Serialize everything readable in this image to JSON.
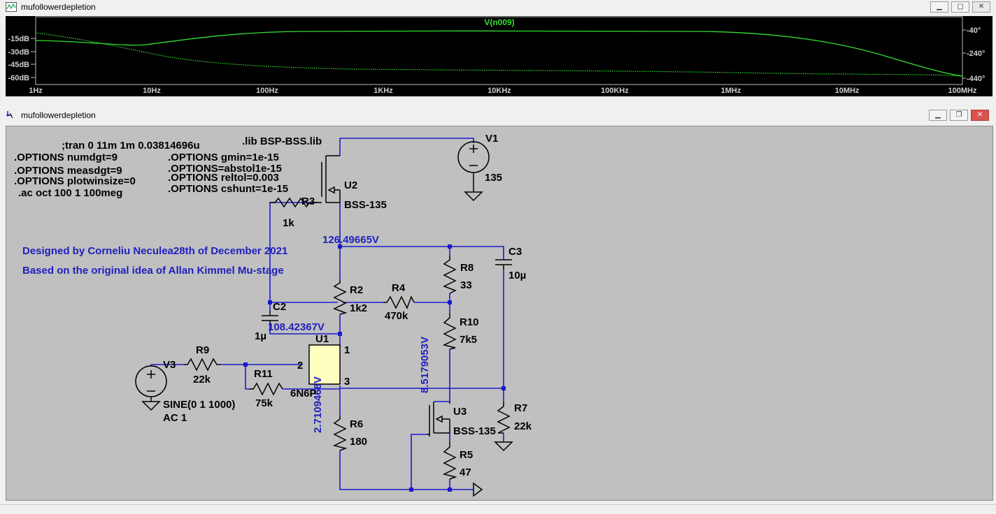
{
  "plot_window": {
    "title": "mufollowerdepletion",
    "trace_label": "V(n009)",
    "y_left_ticks": [
      "-15dB",
      "-30dB",
      "-45dB",
      "-60dB"
    ],
    "y_right_ticks": [
      "-40°",
      "-240°",
      "-440°"
    ],
    "x_ticks": [
      "1Hz",
      "10Hz",
      "100Hz",
      "1KHz",
      "10KHz",
      "100KHz",
      "1MHz",
      "10MHz",
      "100MHz"
    ],
    "colors": {
      "background": "#000000",
      "trace": "#33dd33",
      "axis": "#c0c0c0"
    }
  },
  "schematic_window": {
    "title": "mufollowerdepletion",
    "directives": {
      "tran": ";tran 0 11m 1m 0.03814696u",
      "opt_numdgt": ".OPTIONS numdgt=9",
      "opt_measdgt": ".OPTIONS measdgt=9",
      "opt_plotwinsize": ".OPTIONS plotwinsize=0",
      "ac": ".ac oct 100 1 100meg",
      "lib": ".lib BSP-BSS.lib",
      "opt_gmin": ".OPTIONS gmin=1e-15",
      "opt_abstol": ".OPTIONS=abstol1e-15",
      "opt_reltol": ".OPTIONS reltol=0.003",
      "opt_cshunt": ".OPTIONS cshunt=1e-15"
    },
    "comments": {
      "designed": "Designed by Corneliu Neculea28th of December 2021",
      "based": "Based on the original idea of Allan Kimmel Mu-stage"
    },
    "node_voltages": {
      "v1": "126.49665V",
      "v2": "108.42367V",
      "v3": "8.5179053V",
      "v4": "2.7109468V"
    },
    "components": {
      "V1": {
        "name": "V1",
        "value": "135"
      },
      "U2": {
        "name": "U2",
        "value": "BSS-135"
      },
      "R3": {
        "name": "R3",
        "value": "1k"
      },
      "C3": {
        "name": "C3",
        "value": "10µ"
      },
      "R8": {
        "name": "R8",
        "value": "33"
      },
      "R2": {
        "name": "R2",
        "value": "1k2"
      },
      "R4": {
        "name": "R4",
        "value": "470k"
      },
      "C2": {
        "name": "C2",
        "value": "1µ"
      },
      "R10": {
        "name": "R10",
        "value": "7k5"
      },
      "U1": {
        "name": "U1",
        "value": "6N6P",
        "pin1": "1",
        "pin2": "2",
        "pin3": "3"
      },
      "R9": {
        "name": "R9",
        "value": "22k"
      },
      "V3": {
        "name": "V3",
        "value": "SINE(0 1 1000)",
        "ac": "AC 1"
      },
      "R11": {
        "name": "R11",
        "value": "75k"
      },
      "U3": {
        "name": "U3",
        "value": "BSS-135"
      },
      "R7": {
        "name": "R7",
        "value": "22k"
      },
      "R6": {
        "name": "R6",
        "value": "180"
      },
      "R5": {
        "name": "R5",
        "value": "47"
      }
    },
    "colors": {
      "background": "#c0c0c0",
      "wire": "#1a1acc",
      "component": "#000000",
      "junction": "#1a1acc",
      "tube_body": "#ffffc0"
    }
  }
}
